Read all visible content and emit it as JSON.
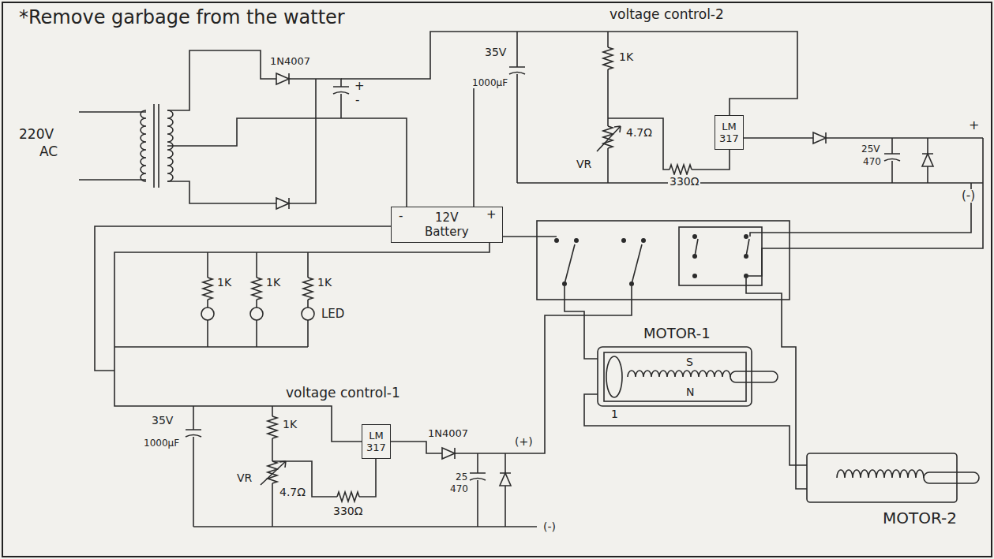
{
  "diagram": {
    "title": "*Remove garbage from the watter",
    "nodes": [
      {
        "text": [
          "12V Battery"
        ]
      },
      {
        "text": [
          "LM 317"
        ]
      },
      {
        "text": [
          "LM 317"
        ]
      },
      {
        "text": [
          "MOTOR-1"
        ]
      },
      {
        "text": [
          "MOTOR-2"
        ]
      }
    ],
    "labels": [
      "220V",
      "AC",
      "1N4007",
      "+",
      "-",
      "-",
      "+",
      "voltage control-2",
      "35V",
      "1000µF",
      "1K",
      "VR",
      "4.7Ω",
      "330Ω",
      "25V",
      "470",
      "+",
      "(-)",
      "1K",
      "1K",
      "1K",
      "LED",
      "voltage control-1",
      "35V",
      "1000µF",
      "1K",
      "VR",
      "4.7Ω",
      "330Ω",
      "1N4007",
      "25",
      "470",
      "(+)",
      "(-)",
      "S",
      "N",
      "1"
    ]
  }
}
